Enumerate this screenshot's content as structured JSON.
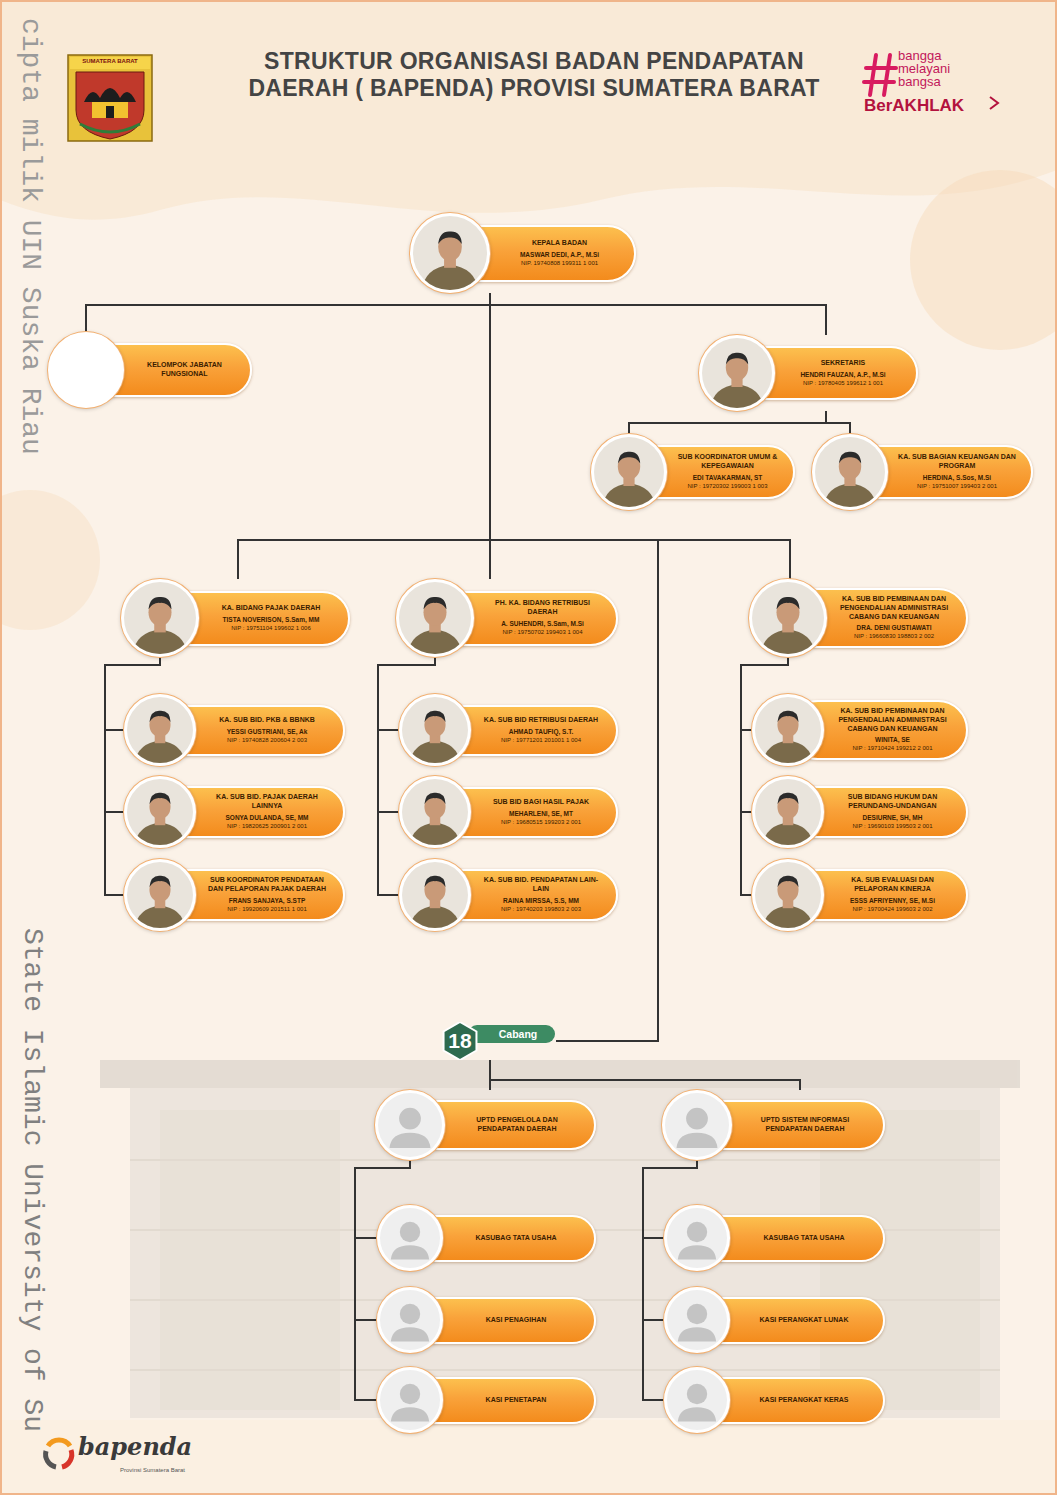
{
  "diagram": {
    "title": "STRUKTUR ORGANISASI BADAN PENDAPATAN DAERAH ( BAPENDA) PROVISI SUMATERA BARAT",
    "nodes": [
      {
        "text": [
          "KEPALA BADAN",
          "MASWAR DEDI, A.P., M.Si",
          "NIP. 19740808 199311 1 001"
        ]
      },
      {
        "text": [
          "KELOMPOK JABATAN FUNGSIONAL"
        ]
      },
      {
        "text": [
          "SEKRETARIS",
          "HENDRI FAUZAN, A.P., M.Si",
          "NIP : 19780405 199612 1 001"
        ]
      },
      {
        "text": [
          "SUB KOORDINATOR UMUM & KEPEGAWAIAN",
          "EDI TAVAKARMAN, ST",
          "NIP : 19720302 199003 1 003"
        ]
      },
      {
        "text": [
          "KA. SUB BAGIAN KEUANGAN DAN PROGRAM",
          "HERDINA, S.Sos, M.Si",
          "NIP : 19751007 199403 2 001"
        ]
      },
      {
        "text": [
          "KA. BIDANG PAJAK DAERAH",
          "TISTA NOVERISON, S.Sam, MM",
          "NIP : 19751104 199602 1 006"
        ]
      },
      {
        "text": [
          "PH. KA. BIDANG RETRIBUSI DAERAH",
          "A. SUHENDRI, S.Sam, M.Si",
          "NIP : 19750702 199403 1 004"
        ]
      },
      {
        "text": [
          "KA. SUB BID PEMBINAAN DAN PENGENDALIAN ADMINISTRASI CABANG DAN KEUANGAN",
          "DRA. DENI GUSTIAWATI",
          "NIP : 19660830 198803 2 002"
        ]
      },
      {
        "text": [
          "KA. SUB BID. PKB & BBNKB",
          "YESSI GUSTRIANI, SE, Ak",
          "NIP : 19740828 200604 2 003"
        ]
      },
      {
        "text": [
          "KA. SUB BID. PAJAK DAERAH LAINNYA",
          "SONYA DULANDA, SE, MM",
          "NIP : 19820625 200901 2 001"
        ]
      },
      {
        "text": [
          "SUB KOORDINATOR PENDATAAN DAN PELAPORAN PAJAK DAERAH",
          "FRANS SANJAYA, S.STP",
          "NIP : 19920609 201511 1 001"
        ]
      },
      {
        "text": [
          "KA. SUB BID RETRIBUSI DAERAH",
          "AHMAD TAUFIQ, S.T.",
          "NIP : 19771201 201001 1 004"
        ]
      },
      {
        "text": [
          "SUB BID BAGI HASIL PAJAK",
          "MEHARLENI, SE, MT",
          "NIP : 19680515 199203 2 001"
        ]
      },
      {
        "text": [
          "KA. SUB BID. PENDAPATAN LAIN-LAIN",
          "RAINA MIRSSA, S.S, MM",
          "NIP : 19740203 199803 2 003"
        ]
      },
      {
        "text": [
          "KA. SUB BID PEMBINAAN DAN PENGENDALIAN ADMINISTRASI CABANG DAN KEUANGAN",
          "WINITA, SE",
          "NIP : 19710424 199212 2 001"
        ]
      },
      {
        "text": [
          "SUB BIDANG HUKUM DAN PERUNDANG-UNDANGAN",
          "DESIURNE, SH, MH",
          "NIP : 19690103 199503 2 001"
        ]
      },
      {
        "text": [
          "KA. SUB EVALUASI DAN PELAPORAN KINERJA",
          "ESSS AFRIYENNY, SE, M.Si",
          "NIP : 19700424 199603 2 002"
        ]
      },
      {
        "text": [
          "18",
          "Cabang"
        ]
      },
      {
        "text": [
          "UPTD PENGELOLA DAN PENDAPATAN DAERAH"
        ]
      },
      {
        "text": [
          "UPTD SISTEM INFORMASI PENDAPATAN DAERAH"
        ]
      },
      {
        "text": [
          "KASUBAG TATA USAHA"
        ]
      },
      {
        "text": [
          "KASI PENAGIHAN"
        ]
      },
      {
        "text": [
          "KASI PENETAPAN"
        ]
      },
      {
        "text": [
          "KASUBAG TATA USAHA"
        ]
      },
      {
        "text": [
          "KASI PERANGKAT LUNAK"
        ]
      },
      {
        "text": [
          "KASI PERANGKAT KERAS"
        ]
      }
    ],
    "edges": [
      {
        "from": 0,
        "to": 1,
        "arrow": "none"
      },
      {
        "from": 0,
        "to": 2,
        "arrow": "none"
      },
      {
        "from": 2,
        "to": 3,
        "arrow": "none"
      },
      {
        "from": 2,
        "to": 4,
        "arrow": "none"
      },
      {
        "from": 0,
        "to": 5,
        "arrow": "none"
      },
      {
        "from": 0,
        "to": 6,
        "arrow": "none"
      },
      {
        "from": 0,
        "to": 7,
        "arrow": "none"
      },
      {
        "from": 0,
        "to": 17,
        "arrow": "none"
      },
      {
        "from": 5,
        "to": 8,
        "arrow": "none"
      },
      {
        "from": 5,
        "to": 9,
        "arrow": "none"
      },
      {
        "from": 5,
        "to": 10,
        "arrow": "none"
      },
      {
        "from": 6,
        "to": 11,
        "arrow": "none"
      },
      {
        "from": 6,
        "to": 12,
        "arrow": "none"
      },
      {
        "from": 6,
        "to": 13,
        "arrow": "none"
      },
      {
        "from": 7,
        "to": 14,
        "arrow": "none"
      },
      {
        "from": 7,
        "to": 15,
        "arrow": "none"
      },
      {
        "from": 7,
        "to": 16,
        "arrow": "none"
      },
      {
        "from": 17,
        "to": 18,
        "arrow": "none"
      },
      {
        "from": 17,
        "to": 19,
        "arrow": "none"
      },
      {
        "from": 18,
        "to": 20,
        "arrow": "none"
      },
      {
        "from": 18,
        "to": 21,
        "arrow": "none"
      },
      {
        "from": 18,
        "to": 22,
        "arrow": "none"
      },
      {
        "from": 19,
        "to": 23,
        "arrow": "none"
      },
      {
        "from": 19,
        "to": 24,
        "arrow": "none"
      },
      {
        "from": 19,
        "to": 25,
        "arrow": "none"
      }
    ],
    "labels": [
      "SUMATERA BARAT",
      "bangga melayani bangsa",
      "BerAKHLAK",
      "cipta milik UIN Suska Riau",
      "State Islamic University of Su",
      "bapenda",
      "Provinsi Sumatera Barat"
    ]
  }
}
